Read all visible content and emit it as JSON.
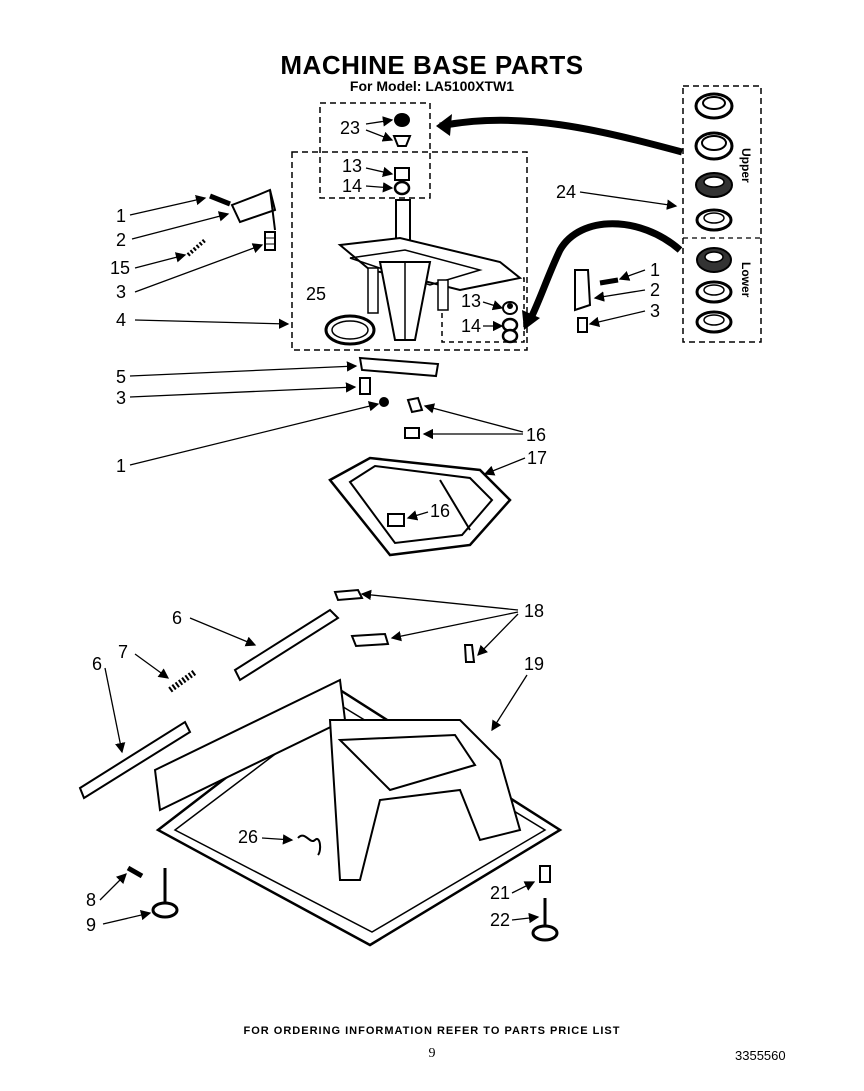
{
  "header": {
    "title": "MACHINE BASE PARTS",
    "subtitle": "For Model: LA5100XTW1"
  },
  "inset": {
    "upper_label": "Upper",
    "lower_label": "Lower"
  },
  "callouts": {
    "c23": "23",
    "c13a": "13",
    "c14a": "14",
    "c1a": "1",
    "c2a": "2",
    "c15": "15",
    "c3a": "3",
    "c4": "4",
    "c25": "25",
    "c24": "24",
    "c1b": "1",
    "c2b": "2",
    "c3b": "3",
    "c13b": "13",
    "c14b": "14",
    "c5": "5",
    "c3c": "3",
    "c1c": "1",
    "c16a": "16",
    "c17": "17",
    "c16b": "16",
    "c6a": "6",
    "c7": "7",
    "c6b": "6",
    "c18": "18",
    "c19": "19",
    "c26": "26",
    "c8": "8",
    "c9": "9",
    "c21": "21",
    "c22": "22"
  },
  "footer": {
    "ordering": "FOR ORDERING INFORMATION REFER TO PARTS PRICE LIST",
    "page": "9",
    "doc_number": "3355560"
  }
}
